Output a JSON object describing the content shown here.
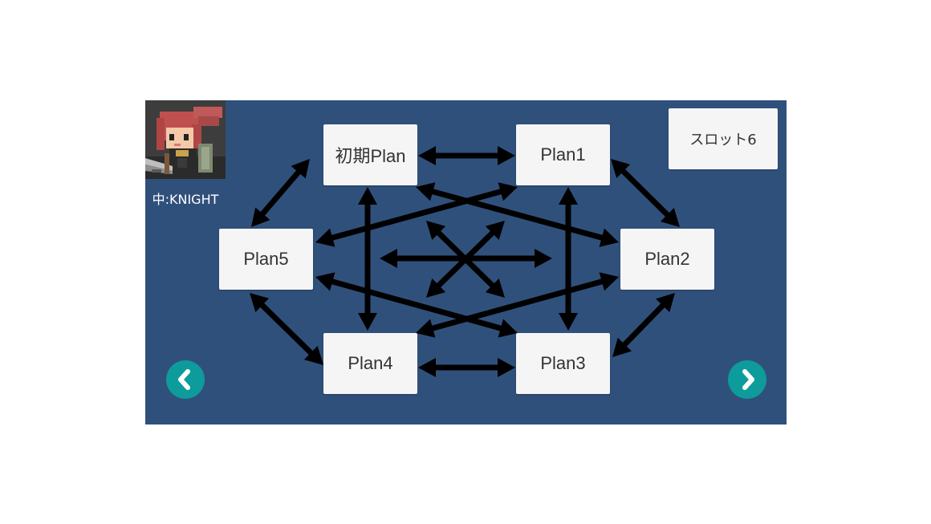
{
  "character": {
    "label": "中:KNIGHT",
    "avatar_icon": "pixel-knight-girl-icon"
  },
  "slot": {
    "label": "スロット6"
  },
  "plans": {
    "initial": "初期Plan",
    "plan1": "Plan1",
    "plan2": "Plan2",
    "plan3": "Plan3",
    "plan4": "Plan4",
    "plan5": "Plan5"
  },
  "navigation": {
    "prev_icon": "chevron-left-icon",
    "next_icon": "chevron-right-icon"
  },
  "colors": {
    "background": "#30507c",
    "button": "#f5f5f5",
    "nav_button": "#0e9b9b",
    "arrow": "#000000"
  }
}
